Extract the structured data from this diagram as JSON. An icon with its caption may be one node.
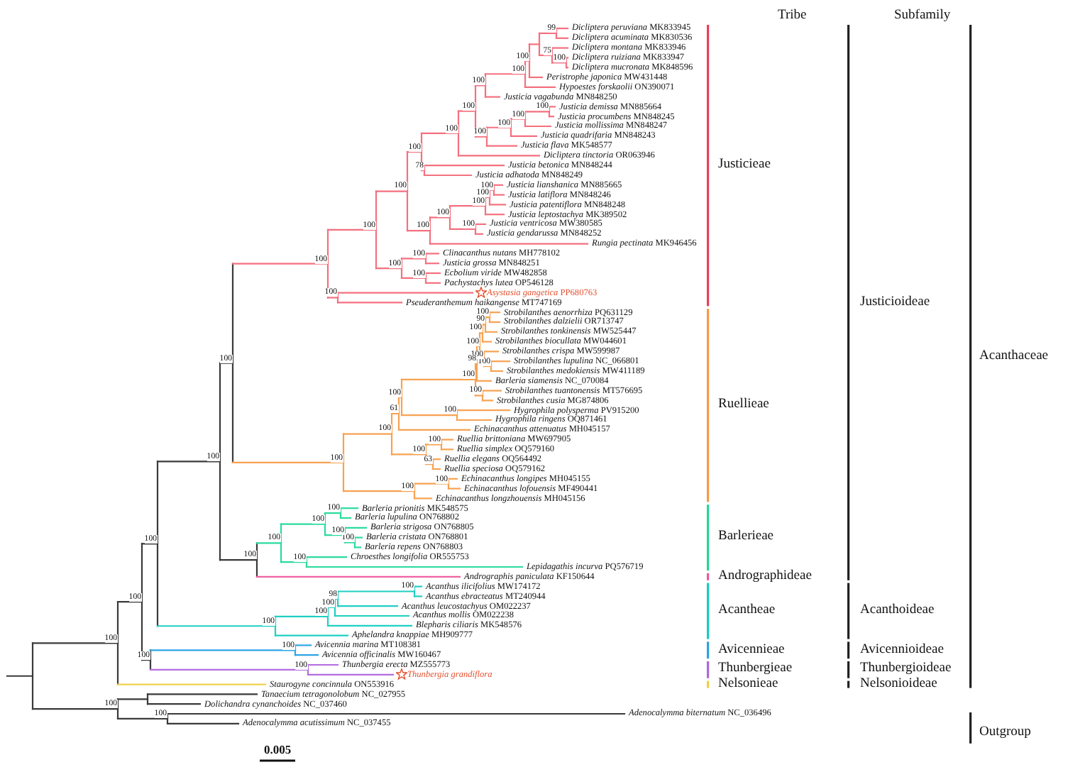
{
  "diagram": {
    "labels": [
      "Tribe",
      "Subfamily",
      "*Dicliptera peruviana* MK833945",
      "*Dicliptera acuminata* MK830536",
      "*Dicliptera montana* MK833946",
      "*Dicliptera ruiziana* MK833947",
      "*Dicliptera mucronata* MK848596",
      "*Peristrophe japonica* MW431448",
      "*Hypoestes forskaolii* ON390071",
      "*Justicia vagabunda* MN848250",
      "*Justicia demissa* MN885664",
      "*Justicia procumbens* MN848245",
      "*Justicia mollissima* MN848247",
      "*Justicia quadrifaria* MN848243",
      "*Justicia flava* MK548577",
      "*Dicliptera tinctoria* OR063946",
      "*Justicia betonica* MN848244",
      "*Justicia adhatoda* MN848249",
      "*Justicia lianshanica* MN885665",
      "*Justicia latiflora* MN848246",
      "*Justicia patentiflora* MN848248",
      "*Justicia leptostachya* MK389502",
      "*Justicia ventricosa* MW380585",
      "*Justicia gendarussa* MN848252",
      "*Rungia pectinata* MK946456",
      "*Clinacanthus nutans* MH778102",
      "*Justicia grossa* MN848251",
      "*Ecbolium viride* MW482858",
      "*Pachystachys lutea* OP546128",
      "*Asystasia gangetica* PP680763",
      "*Pseuderanthemum haikangense* MT747169",
      "*Strobilanthes aenorrhiza* PQ631129",
      "*Strobilanthes dalzielii* OR713747",
      "*Strobilanthes tonkinensis* MW525447",
      "*Strobilanthes biocullata* MW044601",
      "*Strobilanthes crispa* MW599987",
      "*Strobilanthes lupulina* NC_066801",
      "*Strobilanthes medokiensis* MW411189",
      "*Barleria siamensis* NC_070084",
      "*Strobilanthes tuantonensis* MT576695",
      "*Strobilanthes cusia* MG874806",
      "*Hygrophila polysperma* PV915200",
      "*Hygrophila ringens* OQ871461",
      "*Echinacanthus attenuatus* MH045157",
      "*Ruellia brittoniana* MW697905",
      "*Ruellia simplex* OQ579160",
      "*Ruellia elegans* OQ564492",
      "*Ruellia speciosa* OQ579162",
      "*Echinacanthus longipes* MH045155",
      "*Echinacanthus lofouensis* MF490441",
      "*Echinacanthus longzhouensis* MH045156",
      "*Barleria prionitis* MK548575",
      "*Barleria lupulina* ON768802",
      "*Barleria strigosa* ON768805",
      "*Barleria cristata* ON768801",
      "*Barleria repens* ON768803",
      "*Chroesthes longifolia* OR555753",
      "*Lepidagathis incurva* PQ576719",
      "*Andrographis paniculata* KF150644",
      "*Acanthus ilicifolius* MW174172",
      "*Acanthus ebracteatus* MT240944",
      "*Acanthus leucostachyus* OM022237",
      "*Acanthus mollis* OM022238",
      "*Blepharis ciliaris* MK548576",
      "*Aphelandra knappiae* MH909777",
      "*Avicennia marina* MT108381",
      "*Avicennia officinalis* MW160467",
      "*Thunbergia erecta* MZ555773",
      "Thunbergia grandiflora",
      "*Staurogyne concinnula* ON553916",
      "*Tanaecium tetragonolobum* NC_027955",
      "*Dolichandra cynanchoides* NC_037460",
      "*Adenocalymma biternatum* NC_036496",
      "*Adenocalymma acutissimum* NC_037455",
      "100",
      "100",
      "100",
      "100",
      "100",
      "100",
      "100",
      "100",
      "100",
      "100",
      "100",
      "100",
      "100",
      "100",
      "99",
      "75",
      "100",
      "100",
      "100",
      "100",
      "100",
      "78",
      "100",
      "100",
      "100",
      "100",
      "100",
      "100",
      "100",
      "100",
      "100",
      "100",
      "100",
      "100",
      "61",
      "100",
      "100",
      "98",
      "100",
      "100",
      "90",
      "100",
      "100",
      "100",
      "100",
      "100",
      "100",
      "100",
      "63",
      "100",
      "100",
      "100",
      "100",
      "100",
      "100",
      "100",
      "100",
      "100",
      "100",
      "100",
      "100",
      "98",
      "100",
      "100",
      "100",
      "100",
      "100",
      "100",
      "Justicieae",
      "Ruellieae",
      "Barlerieae",
      "Andrographideae",
      "Acantheae",
      "Avicennieae",
      "Thunbergieae",
      "Nelsonieae",
      "Justicioideae",
      "Acanthoideae",
      "Avicennioideae",
      "Thunbergioideae",
      "Nelsonioideae",
      "Acanthaceae",
      "Outgroup",
      "0.005"
    ]
  }
}
